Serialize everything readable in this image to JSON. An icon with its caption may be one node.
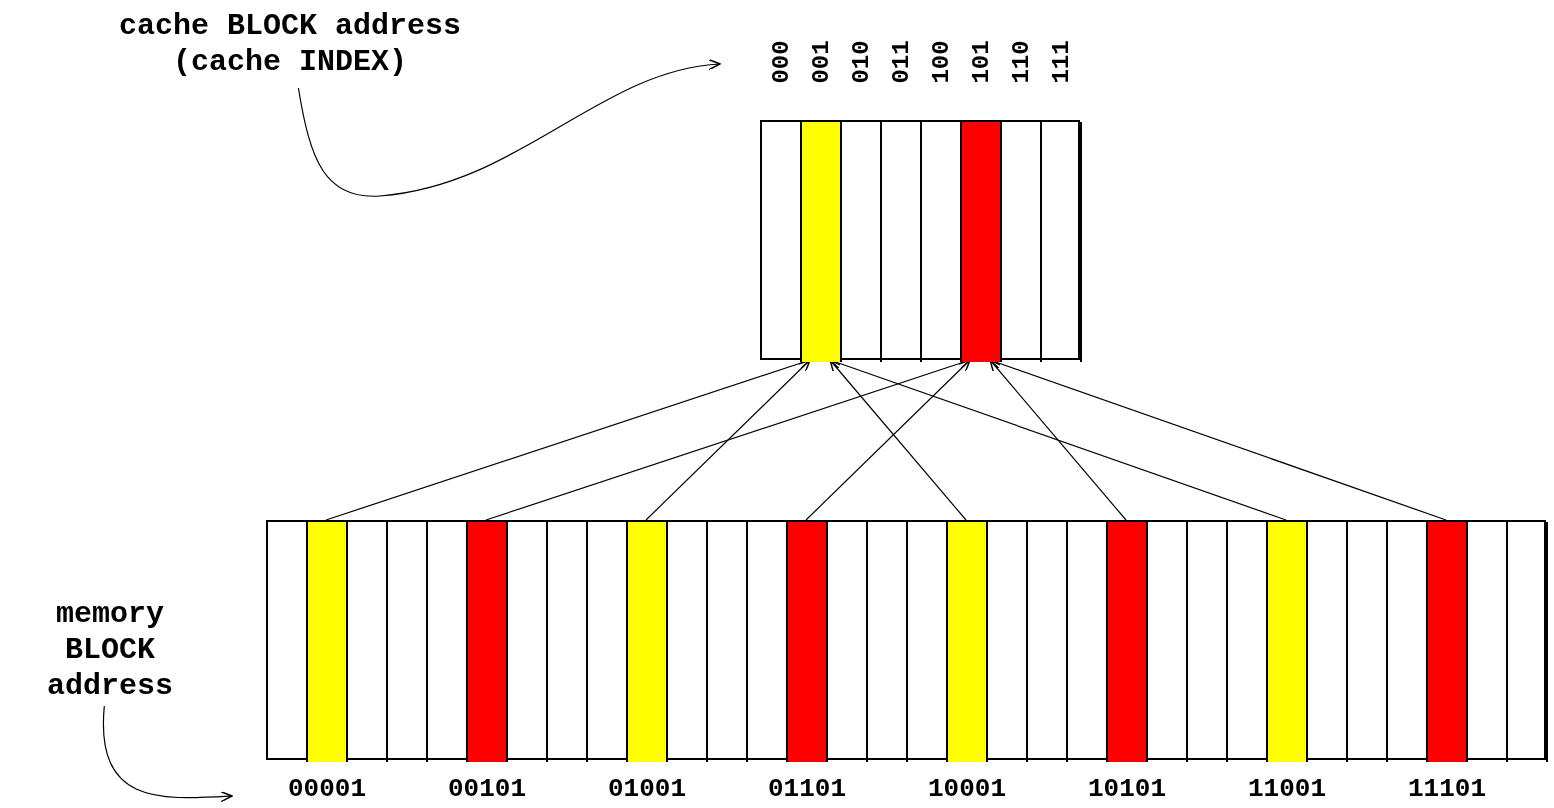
{
  "diagram": {
    "nodes": [
      {
        "text": [
          "cache BLOCK address (cache INDEX)"
        ]
      },
      {
        "text": [],
        "shape": "box"
      },
      {
        "text": [],
        "shape": "box",
        "in": 1,
        "beside": [
          "000"
        ]
      },
      {
        "text": [],
        "shape": "box",
        "in": 1,
        "beside": [
          "001"
        ]
      },
      {
        "text": [],
        "shape": "box",
        "in": 1,
        "beside": [
          "010"
        ]
      },
      {
        "text": [],
        "shape": "box",
        "in": 1,
        "beside": [
          "011"
        ]
      },
      {
        "text": [],
        "shape": "box",
        "in": 1,
        "beside": [
          "100"
        ]
      },
      {
        "text": [],
        "shape": "box",
        "in": 1,
        "beside": [
          "101"
        ]
      },
      {
        "text": [],
        "shape": "box",
        "in": 1,
        "beside": [
          "110"
        ]
      },
      {
        "text": [],
        "shape": "box",
        "in": 1,
        "beside": [
          "111"
        ]
      },
      {
        "text": [],
        "shape": "box"
      },
      {
        "text": [],
        "shape": "box",
        "in": 10
      },
      {
        "text": [],
        "shape": "box",
        "in": 10,
        "beside": [
          "00001"
        ]
      },
      {
        "text": [],
        "shape": "box",
        "in": 10
      },
      {
        "text": [],
        "shape": "box",
        "in": 10
      },
      {
        "text": [],
        "shape": "box",
        "in": 10
      },
      {
        "text": [],
        "shape": "box",
        "in": 10,
        "beside": [
          "00101"
        ]
      },
      {
        "text": [],
        "shape": "box",
        "in": 10
      },
      {
        "text": [],
        "shape": "box",
        "in": 10
      },
      {
        "text": [],
        "shape": "box",
        "in": 10
      },
      {
        "text": [],
        "shape": "box",
        "in": 10,
        "beside": [
          "01001"
        ]
      },
      {
        "text": [],
        "shape": "box",
        "in": 10
      },
      {
        "text": [],
        "shape": "box",
        "in": 10
      },
      {
        "text": [],
        "shape": "box",
        "in": 10
      },
      {
        "text": [],
        "shape": "box",
        "in": 10,
        "beside": [
          "01101"
        ]
      },
      {
        "text": [],
        "shape": "box",
        "in": 10
      },
      {
        "text": [],
        "shape": "box",
        "in": 10
      },
      {
        "text": [],
        "shape": "box",
        "in": 10
      },
      {
        "text": [],
        "shape": "box",
        "in": 10,
        "beside": [
          "10001"
        ]
      },
      {
        "text": [],
        "shape": "box",
        "in": 10
      },
      {
        "text": [],
        "shape": "box",
        "in": 10
      },
      {
        "text": [],
        "shape": "box",
        "in": 10
      },
      {
        "text": [],
        "shape": "box",
        "in": 10,
        "beside": [
          "10101"
        ]
      },
      {
        "text": [],
        "shape": "box",
        "in": 10
      },
      {
        "text": [],
        "shape": "box",
        "in": 10
      },
      {
        "text": [],
        "shape": "box",
        "in": 10
      },
      {
        "text": [],
        "shape": "box",
        "in": 10,
        "beside": [
          "11001"
        ]
      },
      {
        "text": [],
        "shape": "box",
        "in": 10
      },
      {
        "text": [],
        "shape": "box",
        "in": 10
      },
      {
        "text": [],
        "shape": "box",
        "in": 10
      },
      {
        "text": [],
        "shape": "box",
        "in": 10,
        "beside": [
          "11101"
        ]
      },
      {
        "text": [],
        "shape": "box",
        "in": 10
      },
      {
        "text": [],
        "shape": "box",
        "in": 10
      },
      {
        "text": [
          "memory BLOCK address"
        ]
      }
    ],
    "edges": [
      {
        "from": 0,
        "to": null,
        "arrow": "to"
      },
      {
        "from": 12,
        "to": 3,
        "arrow": "to"
      },
      {
        "from": 16,
        "to": 7,
        "arrow": "to"
      },
      {
        "from": 20,
        "to": 3,
        "arrow": "to"
      },
      {
        "from": 24,
        "to": 7,
        "arrow": "to"
      },
      {
        "from": 28,
        "to": 3,
        "arrow": "to"
      },
      {
        "from": 32,
        "to": 7,
        "arrow": "to"
      },
      {
        "from": 36,
        "to": 3,
        "arrow": "to"
      },
      {
        "from": 40,
        "to": 7,
        "arrow": "to"
      },
      {
        "from": 43,
        "to": null,
        "arrow": "to"
      }
    ]
  }
}
